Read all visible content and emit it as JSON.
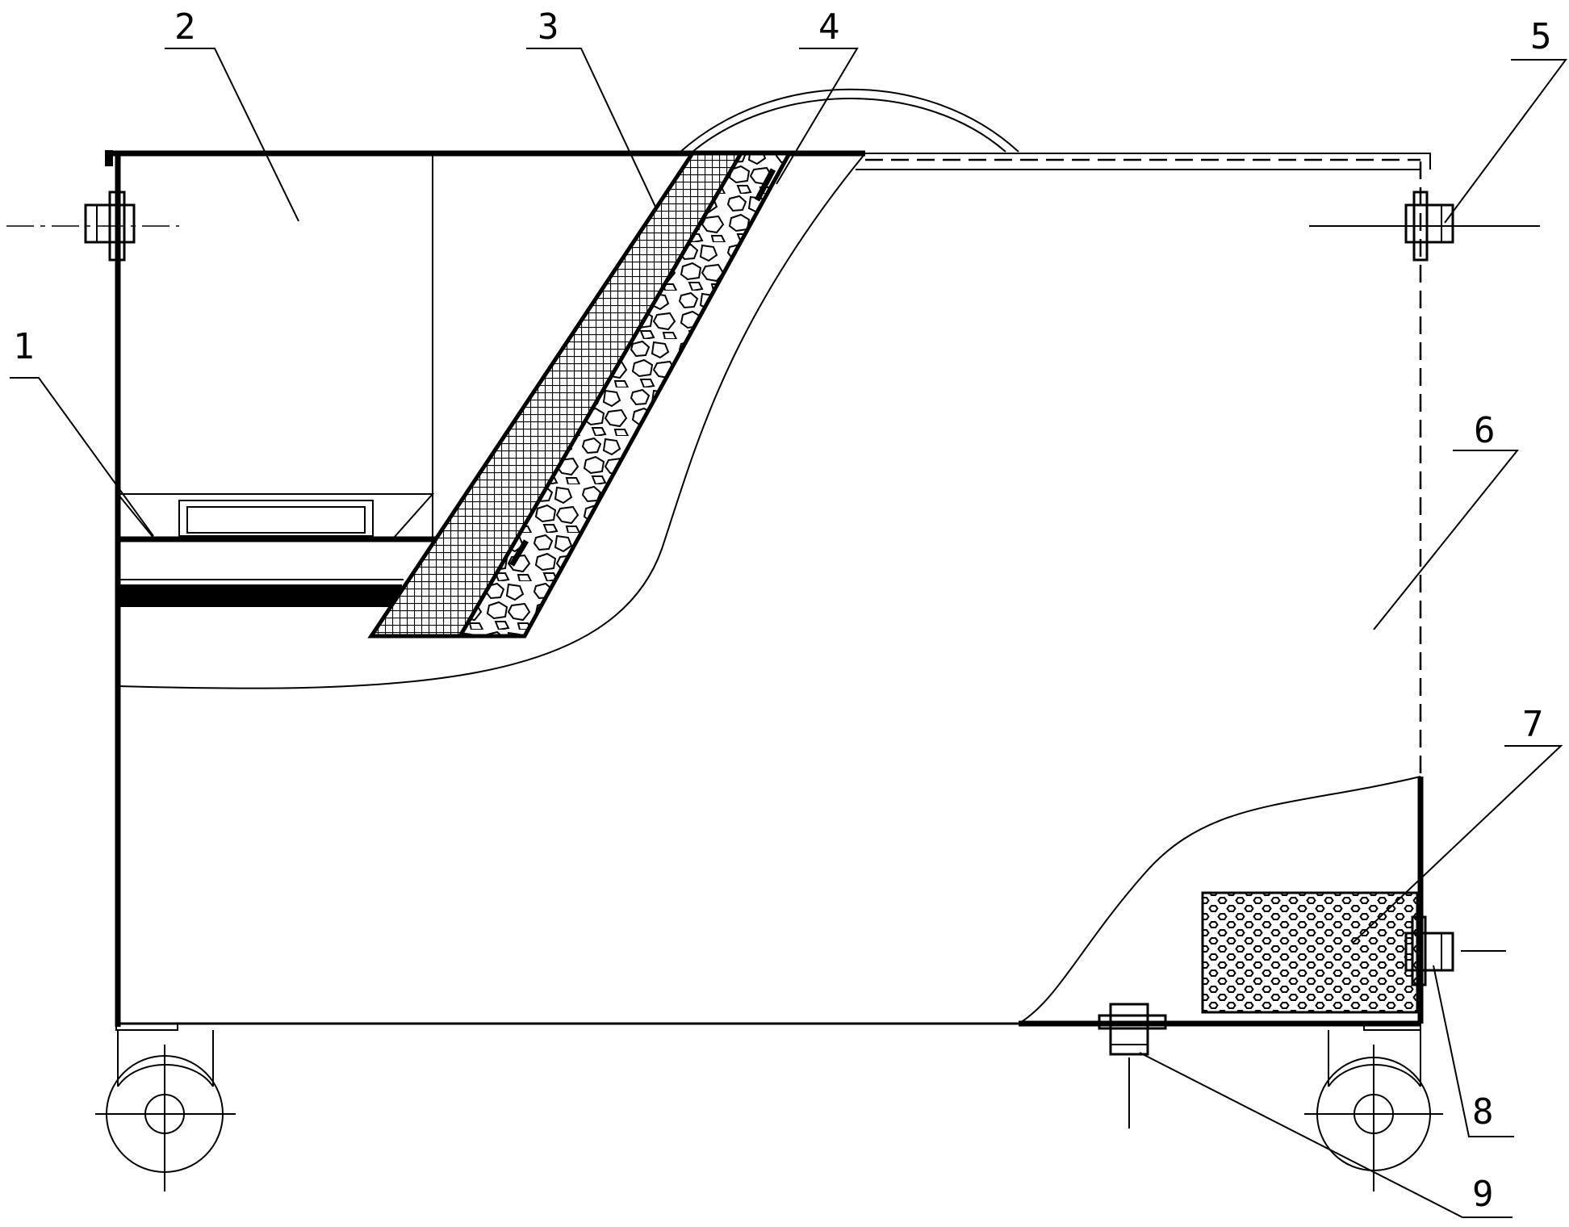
{
  "diagram": {
    "callouts": [
      {
        "id": "c1",
        "label": "1"
      },
      {
        "id": "c2",
        "label": "2"
      },
      {
        "id": "c3",
        "label": "3"
      },
      {
        "id": "c4",
        "label": "4"
      },
      {
        "id": "c5",
        "label": "5"
      },
      {
        "id": "c6",
        "label": "6"
      },
      {
        "id": "c7",
        "label": "7"
      },
      {
        "id": "c8",
        "label": "8"
      },
      {
        "id": "c9",
        "label": "9"
      }
    ],
    "colors": {
      "line": "#000000",
      "background": "#ffffff"
    }
  }
}
